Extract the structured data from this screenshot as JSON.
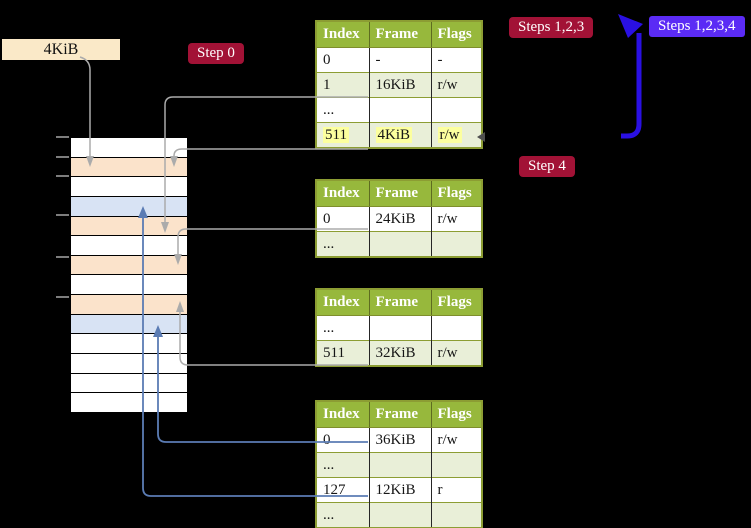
{
  "colors": {
    "background": "#000000",
    "badge_red": "#A21236",
    "badge_blue": "#5B2BF5",
    "arrow_blue": "#2A10E3",
    "steel_blue": "#5B7CB4",
    "line_gray": "#ABABAB",
    "table_header_bg": "#97B83C",
    "table_border": "#8C9D33",
    "table_row_alt": "#E9EFD8",
    "highlight_yellow": "#FCFF9E",
    "mem_orange": "#FBE3CB",
    "mem_blue": "#D8E3F4",
    "label_box_bg": "#FAE9C8"
  },
  "frame_size_label": "4KiB",
  "badges": {
    "step0": "Step 0",
    "steps123": "Steps 1,2,3",
    "steps1234": "Steps 1,2,3,4",
    "step4": "Step 4"
  },
  "memory_column": {
    "rows": [
      {
        "color": "white"
      },
      {
        "color": "orange"
      },
      {
        "color": "white"
      },
      {
        "color": "blue"
      },
      {
        "color": "orange"
      },
      {
        "color": "white"
      },
      {
        "color": "orange"
      },
      {
        "color": "white"
      },
      {
        "color": "orange"
      },
      {
        "color": "blue"
      },
      {
        "color": "white"
      },
      {
        "color": "white"
      },
      {
        "color": "white"
      },
      {
        "color": "white"
      }
    ]
  },
  "tables": [
    {
      "name": "page-table-root",
      "headers": [
        "Index",
        "Frame",
        "Flags"
      ],
      "rows": [
        {
          "cells": [
            "0",
            "-",
            "-"
          ],
          "shaded": false,
          "highlight": false
        },
        {
          "cells": [
            "1",
            "16KiB",
            "r/w"
          ],
          "shaded": true,
          "highlight": false
        },
        {
          "cells": [
            "...",
            "",
            ""
          ],
          "shaded": false,
          "highlight": false
        },
        {
          "cells": [
            "511",
            "4KiB",
            "r/w"
          ],
          "shaded": true,
          "highlight": true
        }
      ]
    },
    {
      "name": "page-table-level2",
      "headers": [
        "Index",
        "Frame",
        "Flags"
      ],
      "rows": [
        {
          "cells": [
            "0",
            "24KiB",
            "r/w"
          ],
          "shaded": false,
          "highlight": false
        },
        {
          "cells": [
            "...",
            "",
            ""
          ],
          "shaded": true,
          "highlight": false
        }
      ]
    },
    {
      "name": "page-table-level3",
      "headers": [
        "Index",
        "Frame",
        "Flags"
      ],
      "rows": [
        {
          "cells": [
            "...",
            "",
            ""
          ],
          "shaded": false,
          "highlight": false
        },
        {
          "cells": [
            "511",
            "32KiB",
            "r/w"
          ],
          "shaded": true,
          "highlight": false
        }
      ]
    },
    {
      "name": "page-table-level4",
      "headers": [
        "Index",
        "Frame",
        "Flags"
      ],
      "rows": [
        {
          "cells": [
            "0",
            "36KiB",
            "r/w"
          ],
          "shaded": false,
          "highlight": false
        },
        {
          "cells": [
            "...",
            "",
            ""
          ],
          "shaded": true,
          "highlight": false
        },
        {
          "cells": [
            "127",
            "12KiB",
            "r"
          ],
          "shaded": false,
          "highlight": false
        },
        {
          "cells": [
            "...",
            "",
            ""
          ],
          "shaded": true,
          "highlight": false
        }
      ]
    }
  ]
}
